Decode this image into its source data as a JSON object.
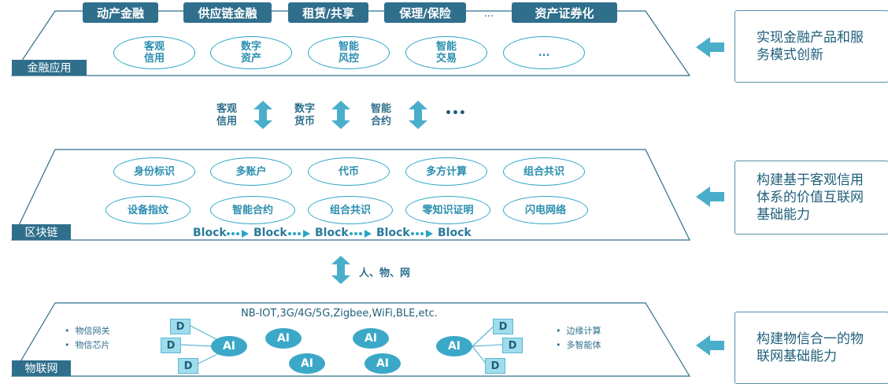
{
  "layers": {
    "finance": {
      "label": "金融应用",
      "tabs": [
        "动产金融",
        "供应链金融",
        "租赁/共享",
        "保理/保险",
        "...",
        "资产证券化"
      ],
      "pills": [
        "客观\n信用",
        "数字\n资产",
        "智能\n风控",
        "智能\n交易",
        "..."
      ],
      "side_text": "实现金融产品和服务模式创新"
    },
    "bridge_top": {
      "items": [
        "客观\n信用",
        "数字\n货币",
        "智能\n合约"
      ],
      "ellipsis": "•••"
    },
    "blockchain": {
      "label": "区块链",
      "pills_row1": [
        "身份标识",
        "多账户",
        "代币",
        "多方计算",
        "组合共识"
      ],
      "pills_row2": [
        "设备指纹",
        "智能合约",
        "组合共识",
        "零知识证明",
        "闪电网络"
      ],
      "block_chain": [
        "Block",
        "Block",
        "Block",
        "Block",
        "Block"
      ],
      "side_text": "构建基于客观信用体系的价值互联网基础能力"
    },
    "bridge_bottom": {
      "text": "人、物、网"
    },
    "iot": {
      "label": "物联网",
      "protocols": "NB-IOT,3G/4G/5G,Zigbee,WiFi,BLE,etc.",
      "left_bullets": [
        "物信网关",
        "物信芯片"
      ],
      "right_bullets": [
        "边缘计算",
        "多智能体"
      ],
      "ai_label": "AI",
      "d_label": "D",
      "side_text": "构建物信合一的物联网基础能力"
    }
  },
  "colors": {
    "dark_teal": "#2f6f8c",
    "accent": "#2aa6c4",
    "arrow": "#4aaecb"
  }
}
